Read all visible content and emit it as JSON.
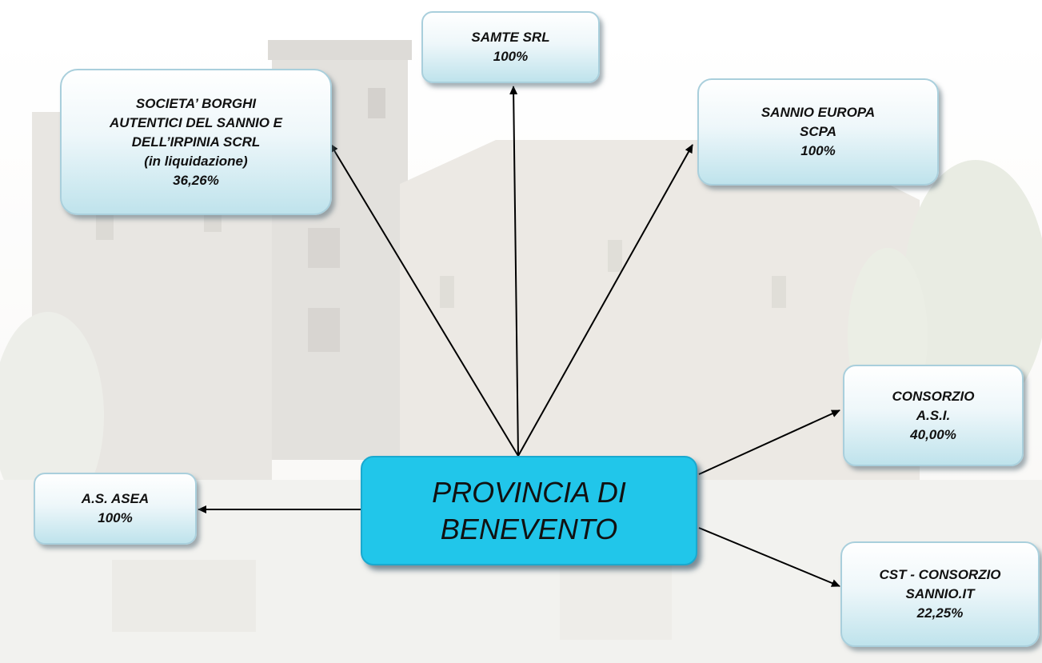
{
  "center": {
    "line1": "PROVINCIA DI",
    "line2": "BENEVENTO"
  },
  "companies": {
    "samte": {
      "name": "SAMTE SRL",
      "share": "100%"
    },
    "borghi": {
      "line1": "SOCIETA’ BORGHI",
      "line2": "AUTENTICI DEL SANNIO E",
      "line3": "DELL’IRPINIA SCRL",
      "line4": "(in liquidazione)",
      "share": "36,26%"
    },
    "sannio_europa": {
      "line1": "SANNIO EUROPA",
      "line2": "SCPA",
      "share": "100%"
    },
    "asi": {
      "line1": "CONSORZIO",
      "line2": "A.S.I.",
      "share": "40,00%"
    },
    "asea": {
      "name": "A.S. ASEA",
      "share": "100%"
    },
    "cst": {
      "line1": "CST - CONSORZIO",
      "line2": "SANNIO.IT",
      "share": "22,25%"
    }
  },
  "colors": {
    "center_fill": "#21c6ea",
    "node_border": "#a9cfdc",
    "arrow": "#000000"
  }
}
